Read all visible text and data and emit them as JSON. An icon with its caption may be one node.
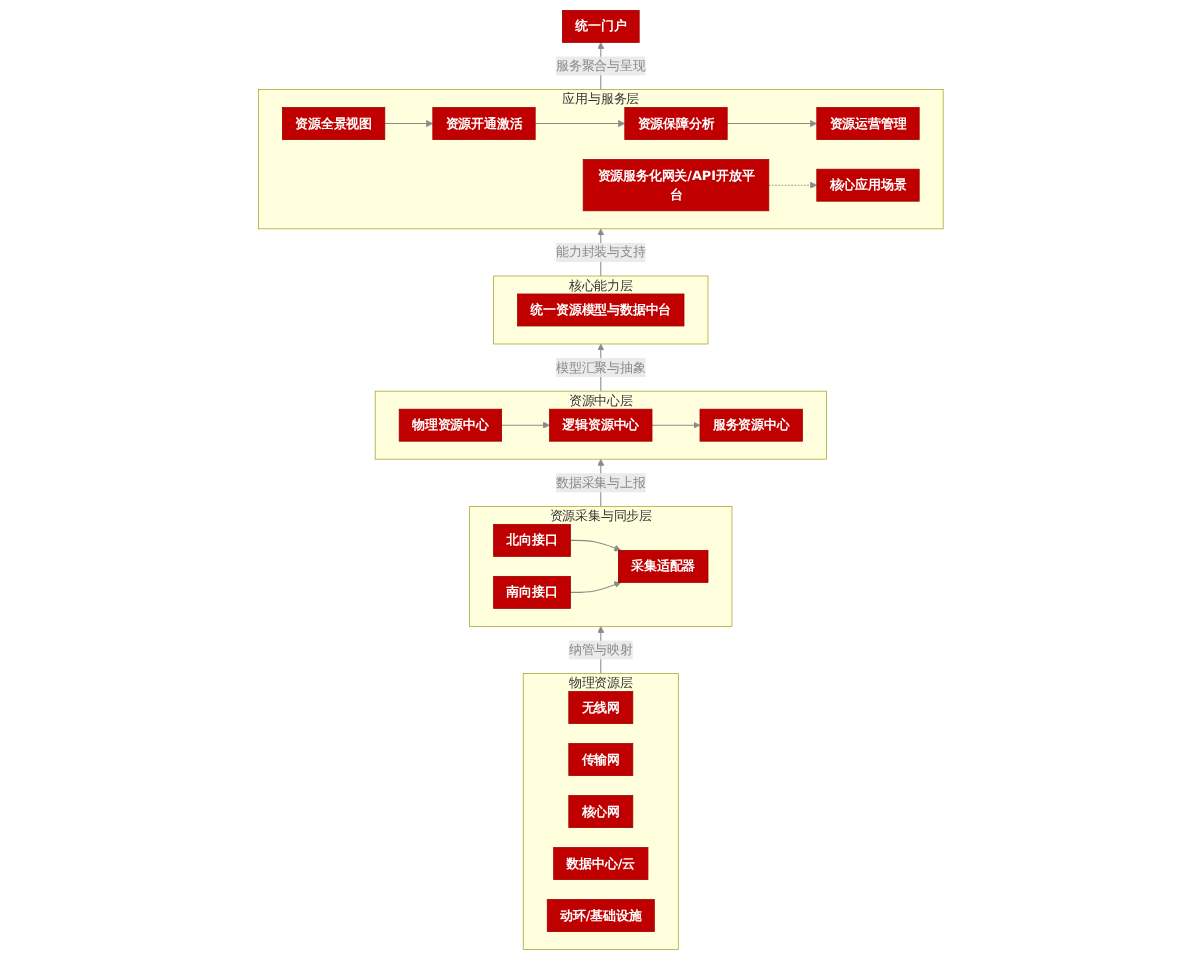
{
  "diagram": {
    "nodes": [
      {
        "text": [
          "统一门户"
        ]
      },
      {
        "text": [
          "应用与服务层"
        ]
      },
      {
        "text": [
          "资源全景视图"
        ],
        "in": 1
      },
      {
        "text": [
          "资源开通激活"
        ],
        "in": 1
      },
      {
        "text": [
          "资源保障分析"
        ],
        "in": 1
      },
      {
        "text": [
          "资源运营管理"
        ],
        "in": 1
      },
      {
        "text": [
          "核心应用场景"
        ],
        "in": 1
      },
      {
        "text": [
          "资源服务化网关/API开放平台"
        ],
        "in": 1
      },
      {
        "text": [
          "核心能力层"
        ]
      },
      {
        "text": [
          "统一资源模型与数据中台"
        ],
        "in": 8
      },
      {
        "text": [
          "资源中心层"
        ]
      },
      {
        "text": [
          "物理资源中心"
        ],
        "in": 10
      },
      {
        "text": [
          "逻辑资源中心"
        ],
        "in": 10
      },
      {
        "text": [
          "服务资源中心"
        ],
        "in": 10
      },
      {
        "text": [
          "资源采集与同步层"
        ]
      },
      {
        "text": [
          "北向接口"
        ],
        "in": 14
      },
      {
        "text": [
          "采集适配器"
        ],
        "in": 14
      },
      {
        "text": [
          "南向接口"
        ],
        "in": 14
      },
      {
        "text": [
          "物理资源层"
        ]
      },
      {
        "text": [
          "无线网"
        ],
        "in": 18
      },
      {
        "text": [
          "传输网"
        ],
        "in": 18
      },
      {
        "text": [
          "核心网"
        ],
        "in": 18
      },
      {
        "text": [
          "数据中心/云"
        ],
        "in": 18
      },
      {
        "text": [
          "动环/基础设施"
        ],
        "in": 18
      }
    ],
    "edges": [
      {
        "from": 1,
        "to": 0,
        "arrow": "to",
        "label": "服务聚合与呈现"
      },
      {
        "from": 2,
        "to": 3,
        "arrow": "to"
      },
      {
        "from": 3,
        "to": 4,
        "arrow": "to"
      },
      {
        "from": 4,
        "to": 5,
        "arrow": "to"
      },
      {
        "from": 7,
        "to": 6,
        "arrow": "to",
        "style": "dashed"
      },
      {
        "from": 8,
        "to": 1,
        "arrow": "to",
        "label": "能力封装与支持"
      },
      {
        "from": 10,
        "to": 8,
        "arrow": "to",
        "label": "模型汇聚与抽象"
      },
      {
        "from": 11,
        "to": 12,
        "arrow": "to"
      },
      {
        "from": 12,
        "to": 13,
        "arrow": "to"
      },
      {
        "from": 14,
        "to": 10,
        "arrow": "to",
        "label": "数据采集与上报"
      },
      {
        "from": 15,
        "to": 16,
        "arrow": "to"
      },
      {
        "from": 17,
        "to": 16,
        "arrow": "to"
      },
      {
        "from": 18,
        "to": 14,
        "arrow": "to",
        "label": "纳管与映射"
      }
    ]
  }
}
